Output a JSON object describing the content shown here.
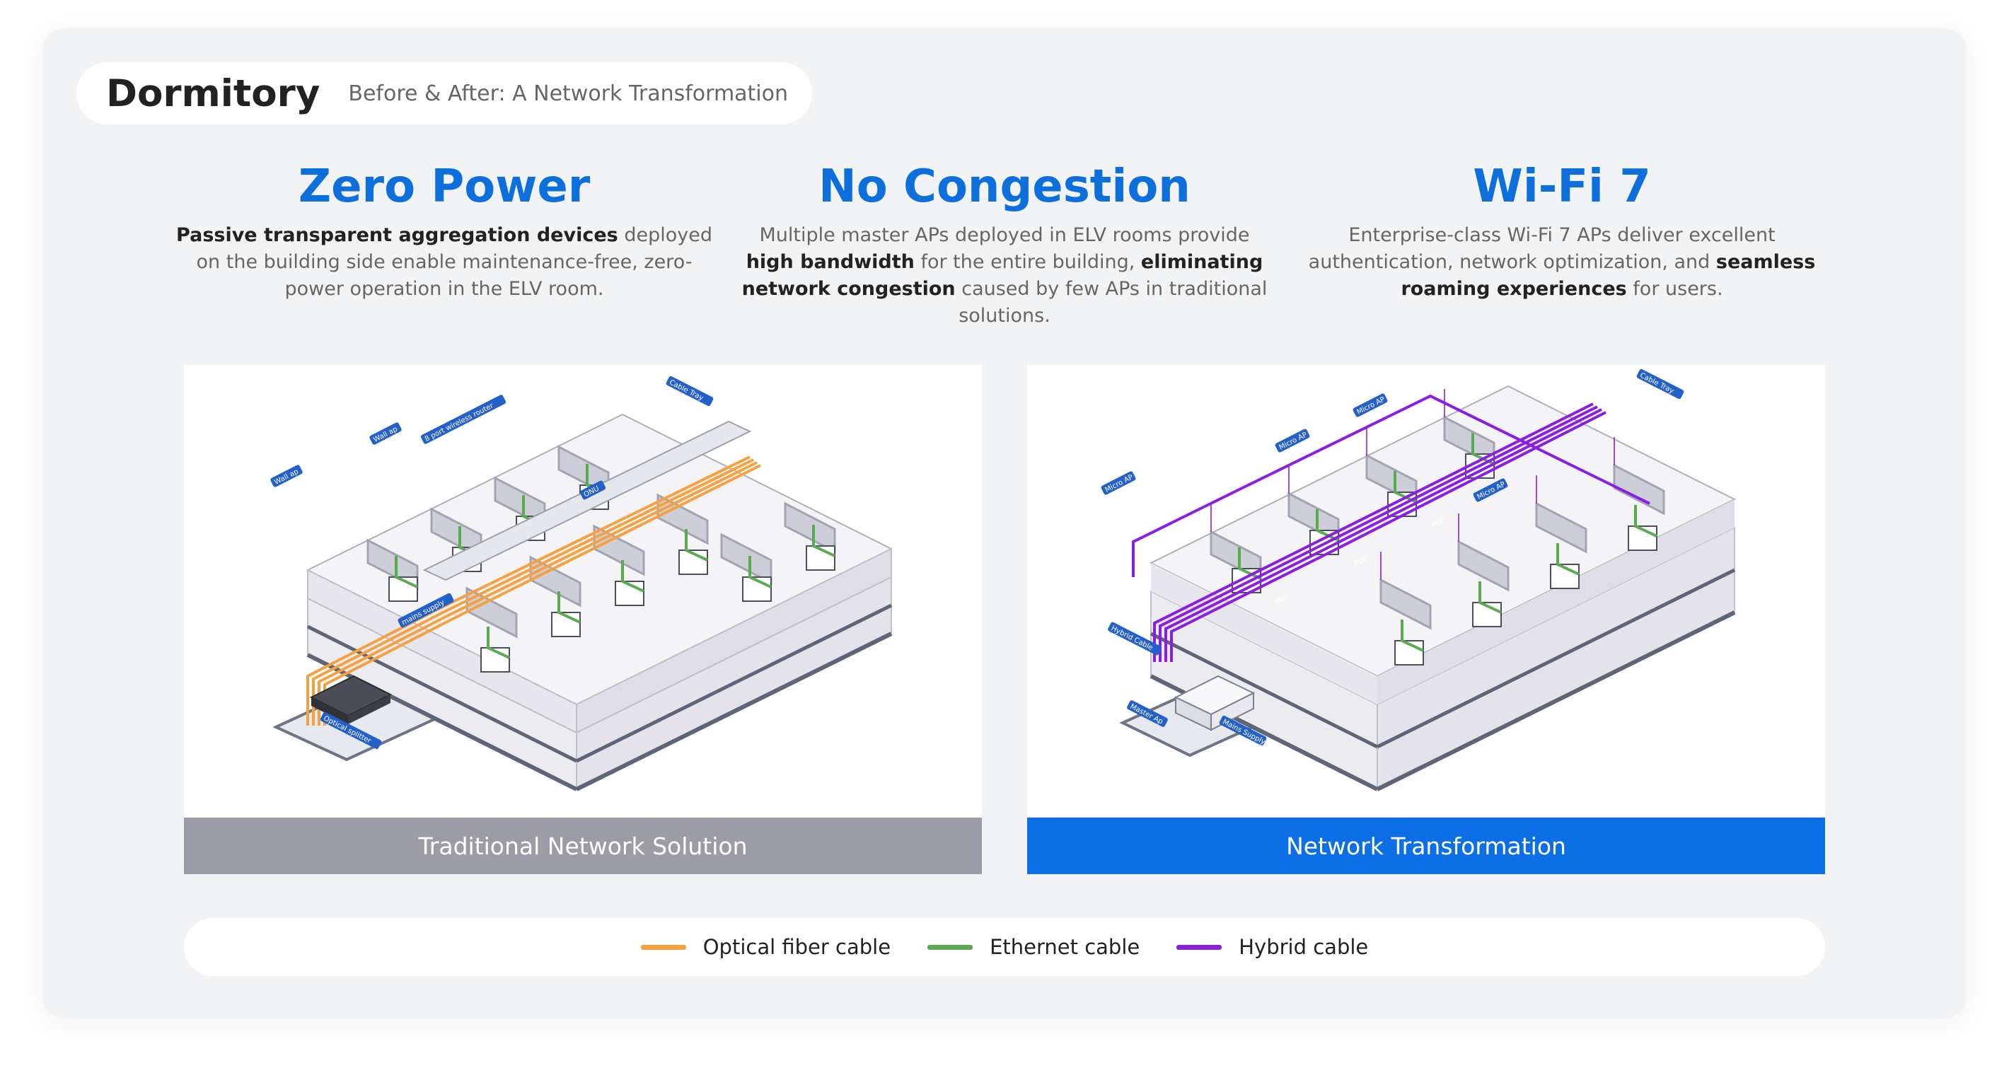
{
  "header": {
    "title": "Dormitory",
    "subtitle": "Before & After: A Network Transformation"
  },
  "features": [
    {
      "title": "Zero Power",
      "description": [
        {
          "text": "Passive transparent aggregation devices",
          "bold": true
        },
        {
          "text": " deployed on the building side enable maintenance-free, zero-power operation in the ELV room.",
          "bold": false
        }
      ]
    },
    {
      "title": "No Congestion",
      "description": [
        {
          "text": "Multiple master APs deployed in ELV rooms provide ",
          "bold": false
        },
        {
          "text": "high bandwidth",
          "bold": true
        },
        {
          "text": " for the entire building, ",
          "bold": false
        },
        {
          "text": "eliminating network congestion",
          "bold": true
        },
        {
          "text": " caused by few APs in traditional solutions.",
          "bold": false
        }
      ]
    },
    {
      "title": "Wi-Fi 7",
      "description": [
        {
          "text": "Enterprise-class Wi-Fi 7 APs deliver excellent authentication, network optimization, and ",
          "bold": false
        },
        {
          "text": "seamless roaming experiences",
          "bold": true
        },
        {
          "text": " for users.",
          "bold": false
        }
      ]
    }
  ],
  "panels": {
    "traditional": {
      "caption": "Traditional Network Solution",
      "labels": {
        "wall_ap": "Wall ap",
        "router": "8 port wireless router",
        "onu": "ONU",
        "mains": "mains supply",
        "cable_tray": "Cable Tray",
        "splitter": "Optical splitter"
      }
    },
    "transformation": {
      "caption": "Network Transformation",
      "labels": {
        "micro_ap": "Micro AP",
        "poe": "POE",
        "hybrid": "Hybrid Cable",
        "master_ap": "Master Ap",
        "mains": "Mains Supply",
        "cable_tray": "Cable Tray"
      }
    }
  },
  "legend": [
    {
      "label": "Optical fiber cable",
      "color": "#f5a142"
    },
    {
      "label": "Ethernet cable",
      "color": "#5aaa50"
    },
    {
      "label": "Hybrid cable",
      "color": "#8a1fe0"
    }
  ],
  "colors": {
    "accent": "#0c6fdc",
    "caption_traditional": "#9c9ca6",
    "caption_transformation": "#0c6fe5",
    "fiber": "#f5a142",
    "ethernet": "#5aaa50",
    "hybrid": "#8a1fe0"
  }
}
